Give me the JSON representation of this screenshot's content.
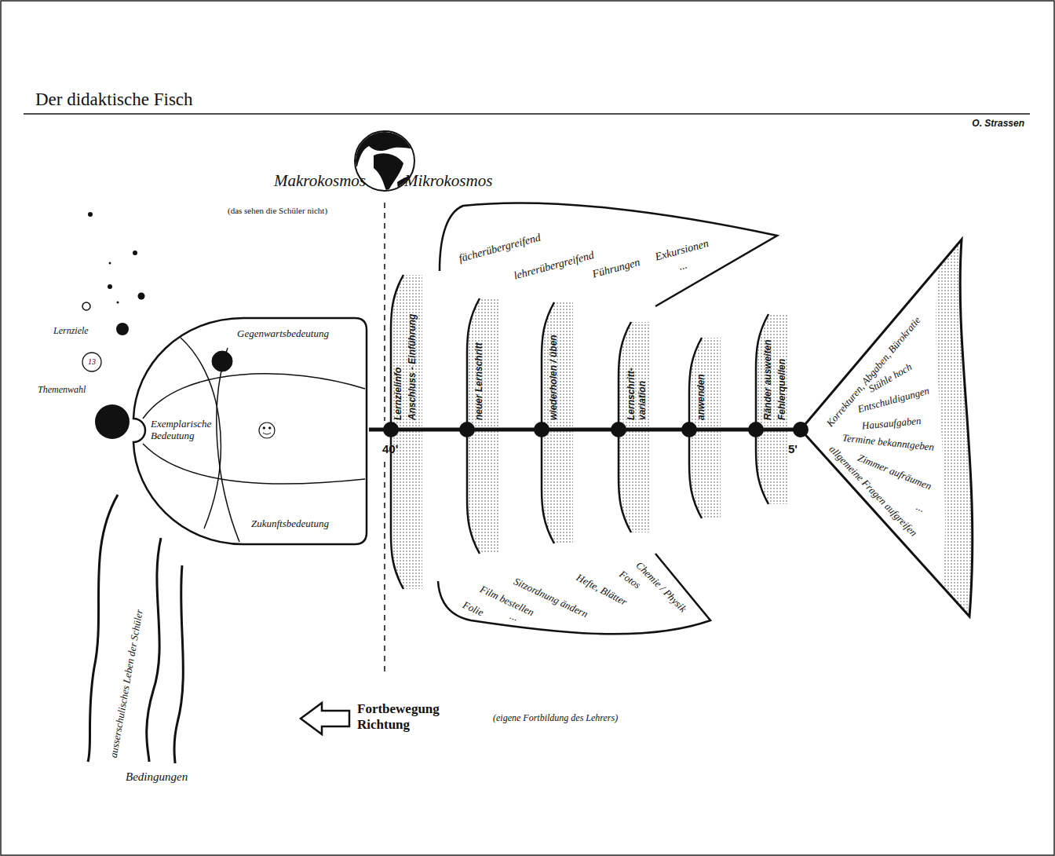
{
  "diagram": {
    "title": "Der didaktische Fisch",
    "nodes": [
      {
        "text": [
          "Gegenwartsbedeutung",
          "Exemplarische Bedeutung",
          "Zukunftsbedeutung"
        ]
      },
      {
        "text": [
          "fächerübergreifend",
          "lehrerübergreifend",
          "Führungen",
          "Exkursionen",
          "..."
        ]
      },
      {
        "text": [
          "Chemie / Physik",
          "Fotos",
          "Hefte, Blätter",
          "Sitzordnung ändern",
          "Film bestellen",
          "Folie",
          "..."
        ]
      },
      {
        "text": [
          "Korrekturen, Abgaben, Bürokratie",
          "Stühle hoch",
          "Entschuldigungen",
          "Hausaufgaben",
          "Termine bekanntgeben",
          "Zimmer aufräumen",
          "...",
          "allgemeine Fragen aufgreifen"
        ]
      }
    ],
    "edges": [
      {
        "from": 0,
        "to": 3,
        "arrow": "none"
      }
    ],
    "labels": [
      "O. Strassen",
      "Makrokosmos",
      "Mikrokosmos",
      "(das sehen die Schüler nicht)",
      "Lernziele",
      "13",
      "Themenwahl",
      "Lernzielinfo",
      "Anschluss - Einführung",
      "neuer Lernschritt",
      "wiederholen / üben",
      "Lernschritt-variation",
      "anwenden",
      "Ränder ausweiten",
      "Fehlerquellen",
      "40'",
      "5'",
      "ausserschulisches Leben der Schüler",
      "Bedingungen",
      "Fortbewegung Richtung",
      "(eigene Fortbildung des Lehrers)"
    ]
  }
}
